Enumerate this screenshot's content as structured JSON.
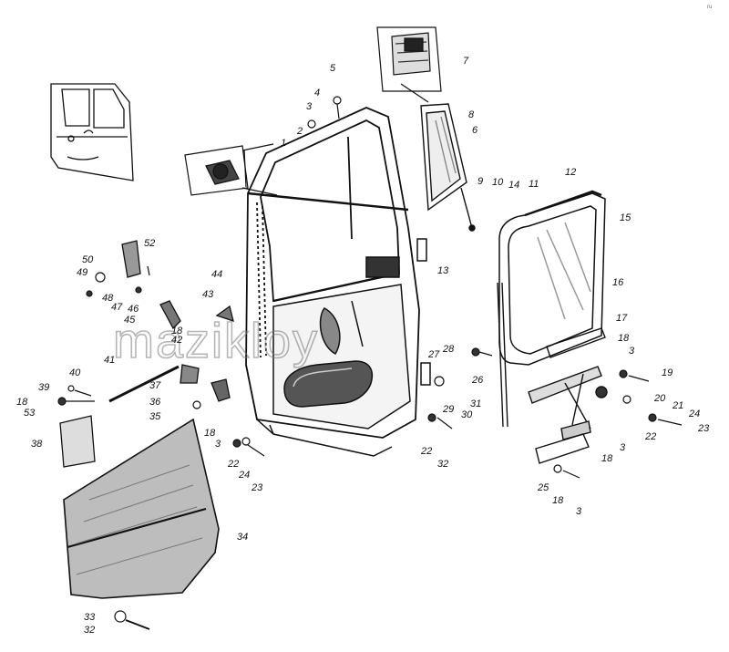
{
  "watermark": "mazikloy",
  "corner_mark": "ru",
  "callouts": [
    "1",
    "2",
    "3",
    "4",
    "5",
    "6",
    "7",
    "8",
    "9",
    "10",
    "11",
    "12",
    "13",
    "14",
    "15",
    "16",
    "17",
    "18",
    "19",
    "20",
    "21",
    "22",
    "23",
    "24",
    "25",
    "26",
    "27",
    "28",
    "29",
    "30",
    "31",
    "32",
    "33",
    "34",
    "35",
    "36",
    "37",
    "38",
    "39",
    "40",
    "41",
    "42",
    "43",
    "44",
    "45",
    "46",
    "47",
    "48",
    "49",
    "50",
    "52"
  ],
  "parts": [
    "cab-inset",
    "door-frame",
    "door-window-glass",
    "vent-window",
    "vent-inset",
    "lower-door-panel",
    "window-glass",
    "seal-strip",
    "regulator",
    "door-trim-panel",
    "lock",
    "latch-bracket",
    "hinge"
  ]
}
